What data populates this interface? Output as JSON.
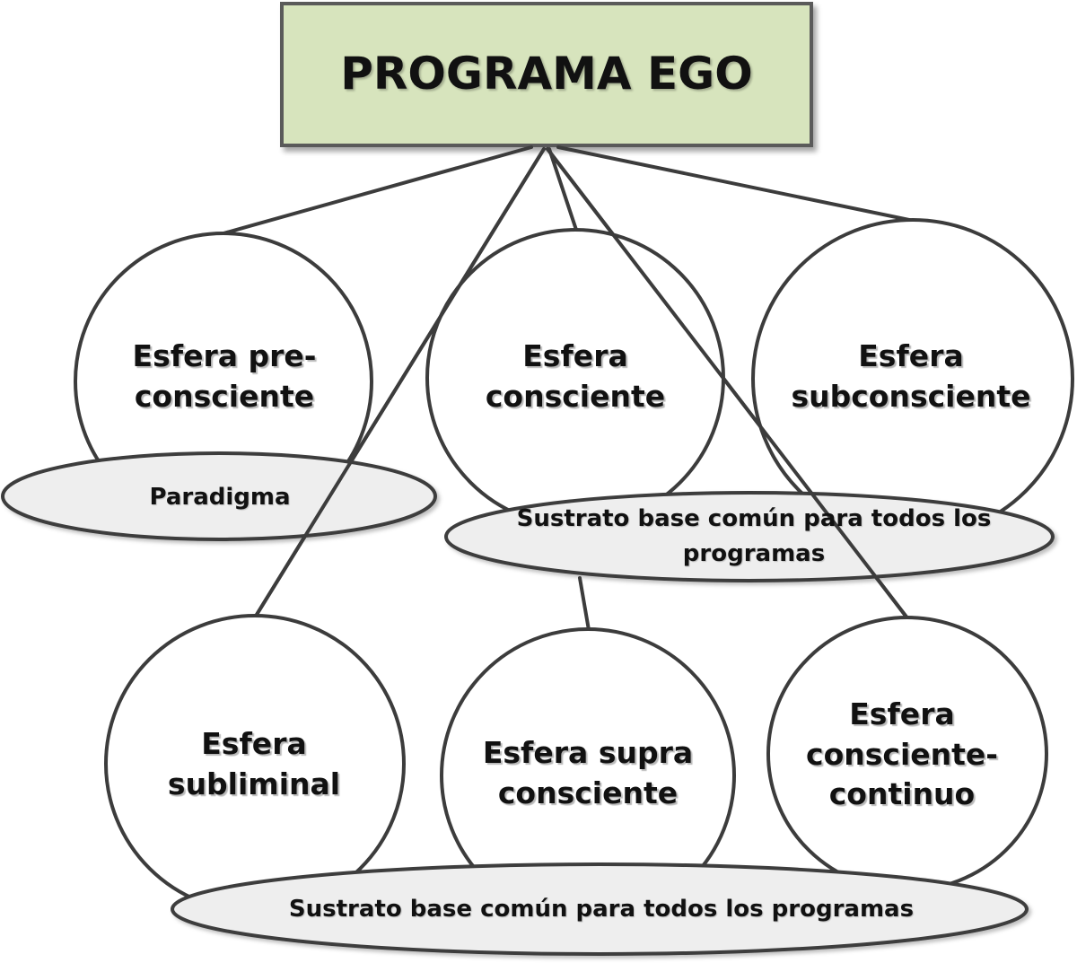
{
  "title": "PROGRAMA EGO",
  "colors": {
    "title_box_fill": "#d7e4bd",
    "title_box_stroke": "#5a5a5a",
    "line_stroke": "#3c3c3c",
    "oval_fill": "#eeeeee"
  },
  "spheres": [
    {
      "id": "pre-consciente",
      "label": "Esfera pre-consciente"
    },
    {
      "id": "consciente",
      "label": "Esfera consciente"
    },
    {
      "id": "subconsciente",
      "label": "Esfera subconsciente"
    },
    {
      "id": "subliminal",
      "label": "Esfera subliminal"
    },
    {
      "id": "supra-consciente",
      "label": "Esfera supra consciente"
    },
    {
      "id": "consciente-continuo",
      "label": "Esfera consciente-continuo"
    }
  ],
  "ovals": {
    "paradigma": "Paradigma",
    "sustrato_mid": "Sustrato base común para todos los programas",
    "sustrato_bottom": "Sustrato base común para todos los programas"
  }
}
